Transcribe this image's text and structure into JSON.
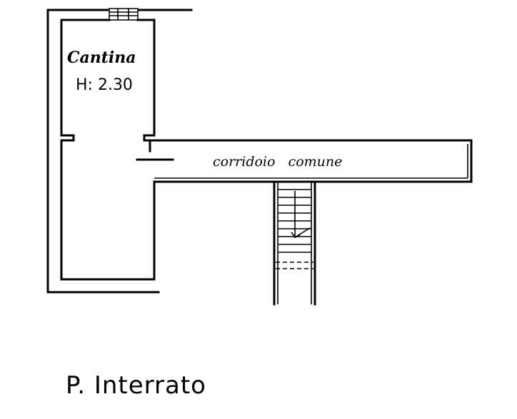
{
  "rooms": {
    "cantina_name": "Cantina",
    "cantina_height": "H: 2.30",
    "corridor_name": "corridoio   comune"
  },
  "floor_label": "P. Interrato",
  "colors": {
    "ink": "#000000",
    "paper": "#ffffff"
  }
}
